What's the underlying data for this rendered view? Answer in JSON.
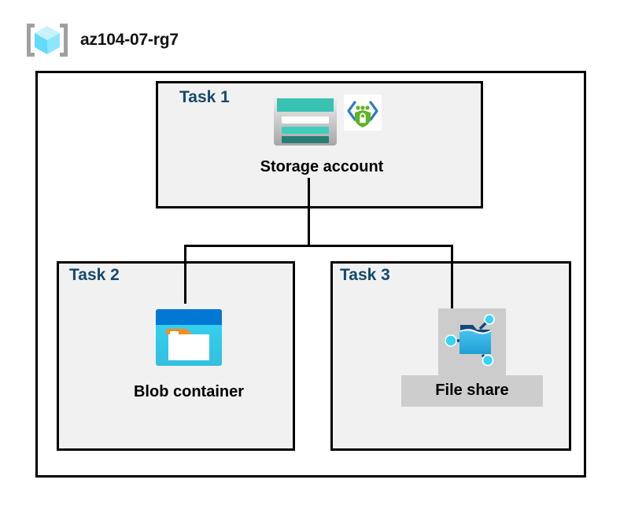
{
  "header": {
    "icon": "resource-group-icon",
    "title": "az104-07-rg7"
  },
  "diagram": {
    "type": "azure-architecture",
    "container_name": "az104-07-rg7",
    "tasks": [
      {
        "label": "Task 1",
        "node_caption": "Storage account",
        "icons": [
          "storage-account-icon",
          "private-endpoint-icon"
        ],
        "highlighted": false
      },
      {
        "label": "Task 2",
        "node_caption": "Blob container",
        "icons": [
          "blob-container-icon"
        ],
        "highlighted": false
      },
      {
        "label": "Task 3",
        "node_caption": "File share",
        "icons": [
          "file-share-icon"
        ],
        "highlighted": true
      }
    ],
    "connections": [
      {
        "from": "Storage account",
        "to": "Blob container"
      },
      {
        "from": "Storage account",
        "to": "File share"
      }
    ]
  },
  "colors": {
    "task_label": "#15496f",
    "box_border": "#000000",
    "box_fill": "#f1f1f1",
    "page_background": "#ffffff",
    "storage_teal": "#37c2b1",
    "storage_teal_dark": "#277f73",
    "blob_blue": "#0078d4",
    "blob_cyan": "#32d4f5",
    "blob_orange": "#f78d1e",
    "fileshare_blue": "#32b0e7",
    "fileshare_node": "#32d4f5",
    "endpoint_green": "#5fb325",
    "endpoint_blue": "#2f7cc8",
    "resource_group_cyan": "#9fe9fb",
    "resource_group_bracket": "#a0a0a0",
    "highlight_gray": "#cdcdcd"
  }
}
